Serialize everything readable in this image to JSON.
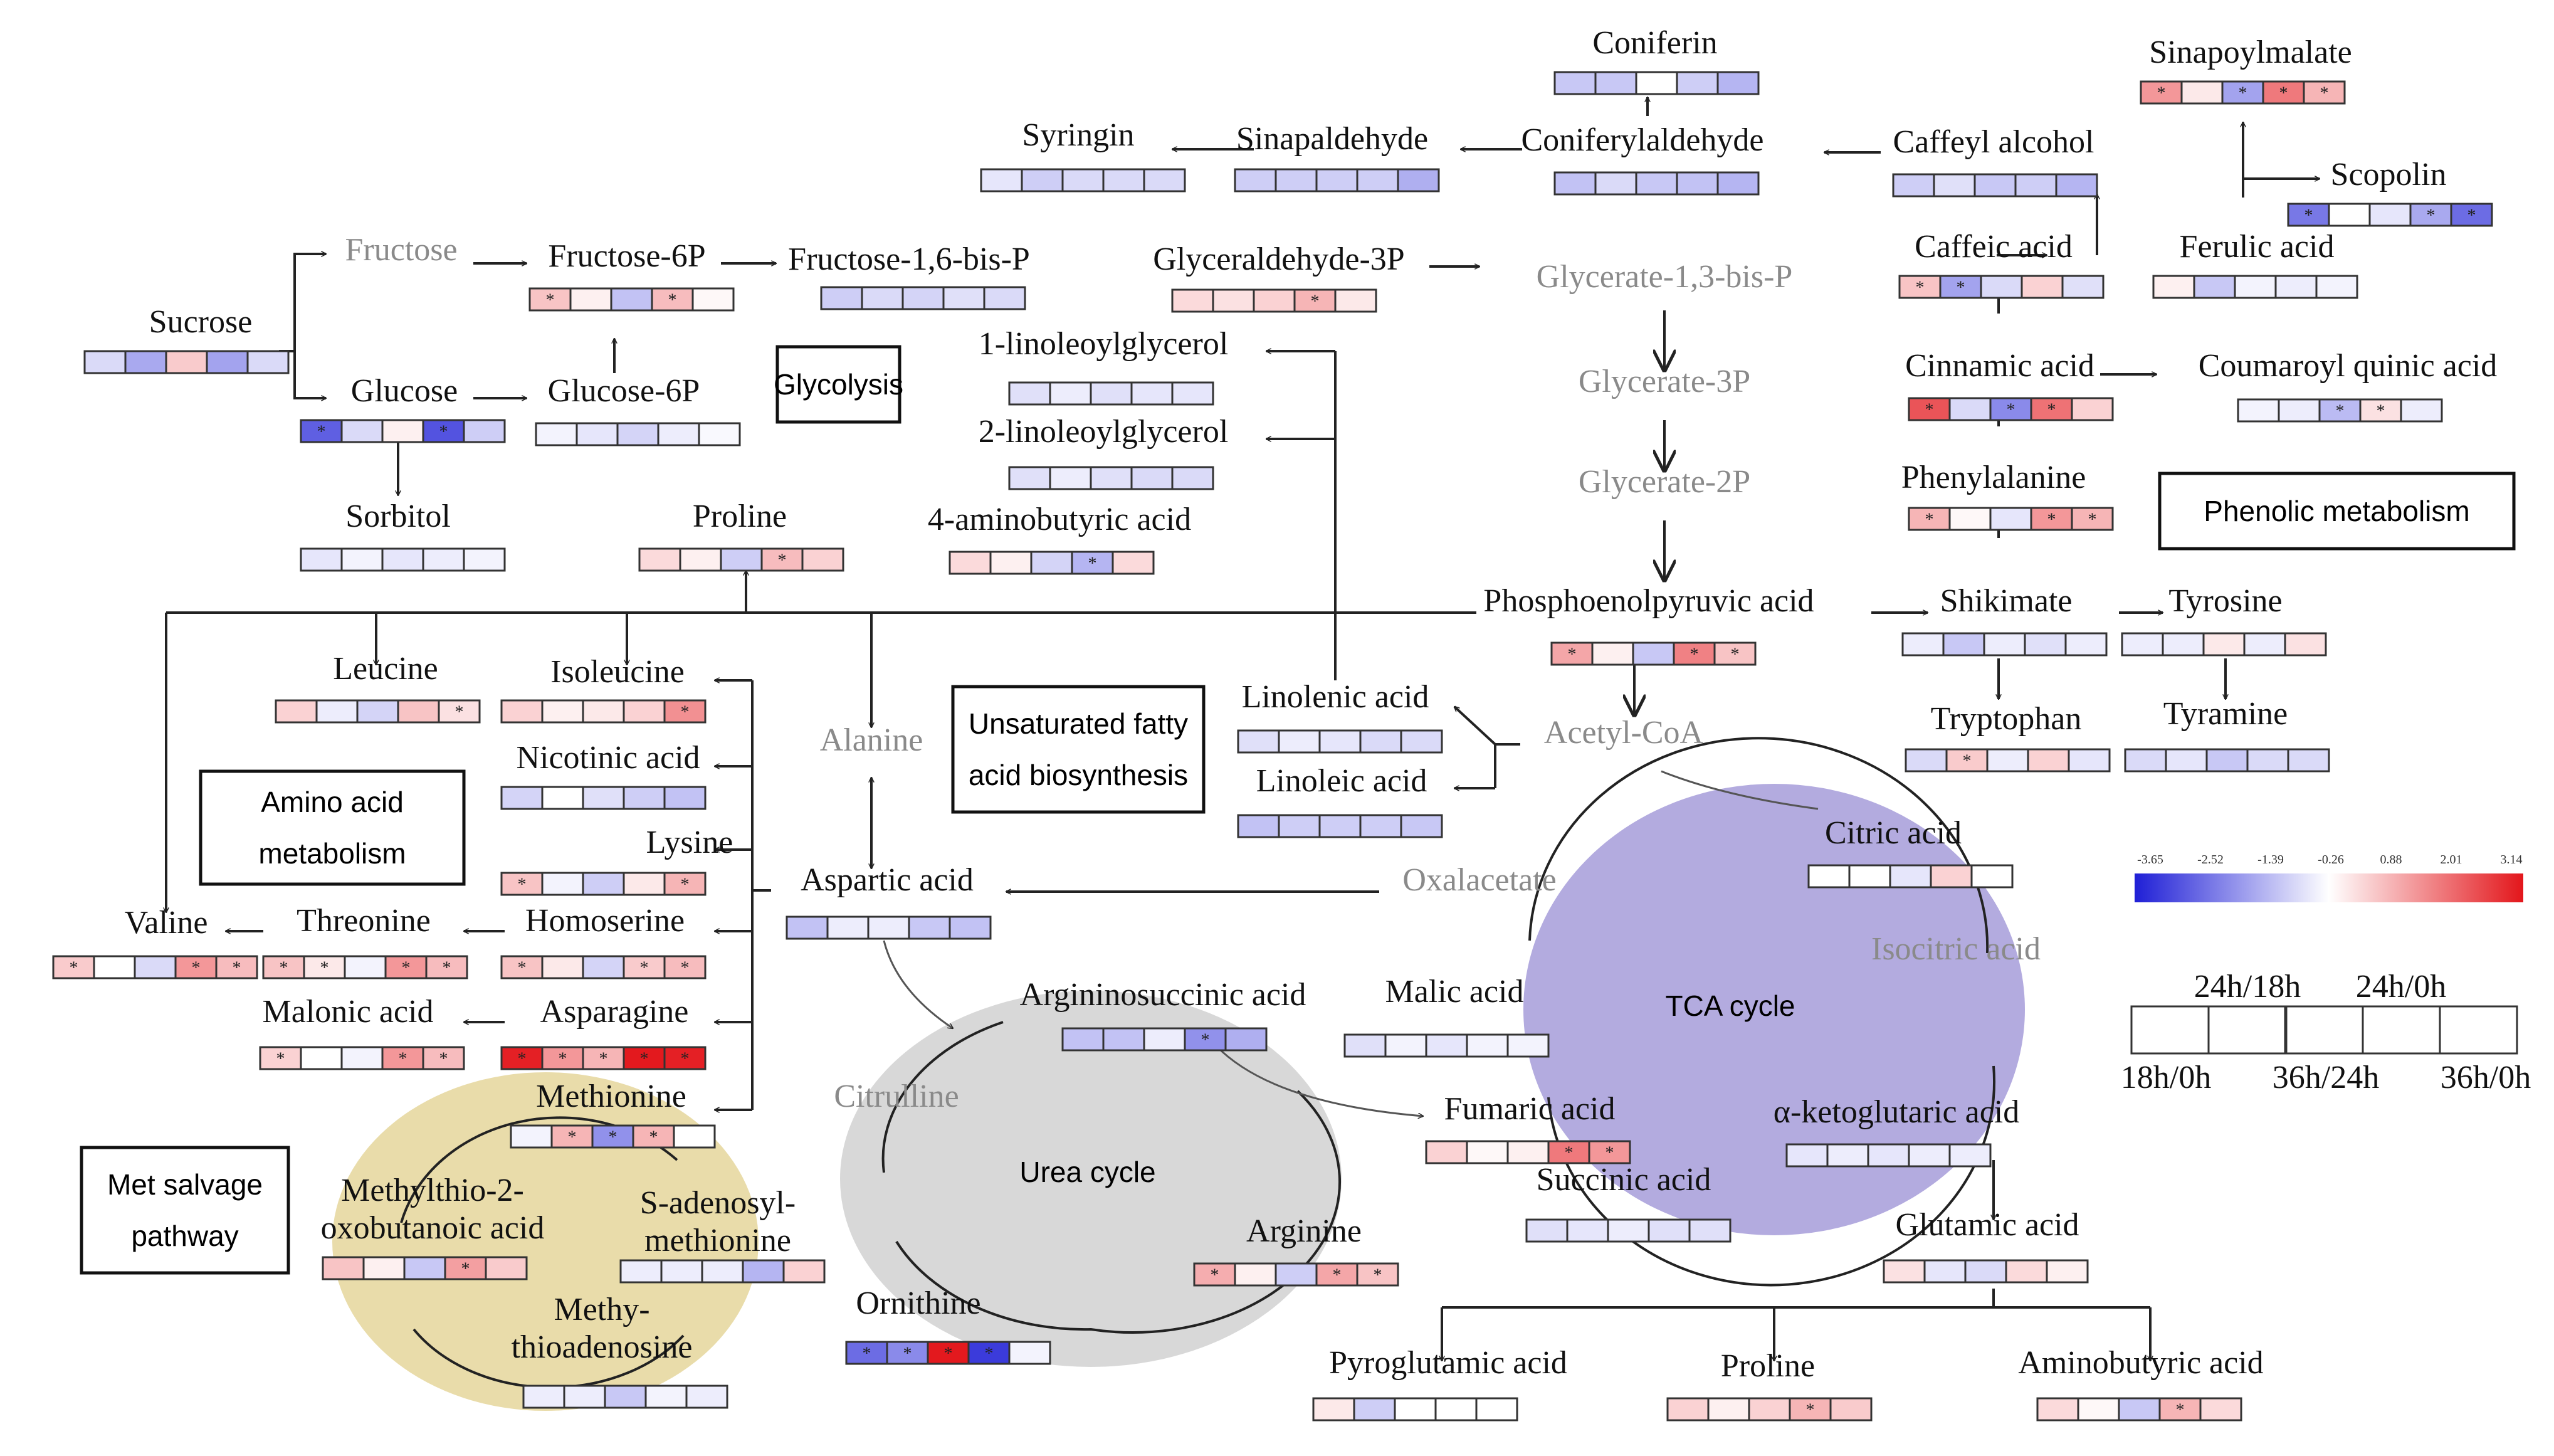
{
  "colors": {
    "neg": "#1f1fd6",
    "mid": "#ffffff",
    "pos": "#e3161b",
    "tca": "#b3abdf",
    "urea": "#d8d8d8",
    "met": "#e9dcaa"
  },
  "regions": {
    "tca_label": "TCA cycle",
    "urea_label": "Urea cycle"
  },
  "boxes": {
    "glycolysis": [
      "Glycolysis"
    ],
    "unsaturated": [
      "Unsaturated fatty",
      "acid biosynthesis"
    ],
    "phenolic": [
      "Phenolic metabolism"
    ],
    "amino": [
      "Amino acid",
      "metabolism"
    ],
    "met_salvage": [
      "Met salvage",
      "pathway"
    ]
  },
  "legend": {
    "ticks": [
      "-3.65",
      "-2.52",
      "-1.39",
      "-0.26",
      "0.88",
      "2.01",
      "3.14"
    ],
    "top_labels": [
      "24h/18h",
      "24h/0h"
    ],
    "bottom_labels": [
      "18h/0h",
      "36h/24h",
      "36h/0h"
    ]
  },
  "metabolites": [
    {
      "id": "coniferin",
      "name": "Coniferin",
      "values": [
        -0.9,
        -0.9,
        0,
        -0.8,
        -1.2
      ],
      "marks": [
        0,
        0,
        0,
        0,
        0
      ]
    },
    {
      "id": "sinapoylmalate",
      "name": "Sinapoylmalate",
      "values": [
        1.4,
        0.3,
        -1.5,
        1.8,
        1.0
      ],
      "marks": [
        1,
        0,
        1,
        1,
        1
      ]
    },
    {
      "id": "syringin",
      "name": "Syringin",
      "values": [
        -0.4,
        -0.8,
        -0.6,
        -0.6,
        -0.6
      ],
      "marks": [
        0,
        0,
        0,
        0,
        0
      ]
    },
    {
      "id": "sinapaldehyde",
      "name": "Sinapaldehyde",
      "values": [
        -0.8,
        -0.8,
        -0.8,
        -0.8,
        -1.3
      ],
      "marks": [
        0,
        0,
        0,
        0,
        0
      ]
    },
    {
      "id": "coniferylaldehyde",
      "name": "Coniferylaldehyde",
      "values": [
        -1.0,
        -0.6,
        -0.9,
        -1.0,
        -1.2
      ],
      "marks": [
        0,
        0,
        0,
        0,
        0
      ]
    },
    {
      "id": "caffeyl_alcohol",
      "name": "Caffeyl alcohol",
      "values": [
        -0.8,
        -0.5,
        -0.9,
        -0.8,
        -1.2
      ],
      "marks": [
        0,
        0,
        0,
        0,
        0
      ]
    },
    {
      "id": "scopolin",
      "name": "Scopolin",
      "values": [
        -2.2,
        0,
        -0.4,
        -1.4,
        -2.4
      ],
      "marks": [
        1,
        0,
        0,
        1,
        1
      ]
    },
    {
      "id": "fructose6p",
      "name": "Fructose-6P",
      "values": [
        0.8,
        0.2,
        -1.0,
        0.9,
        0.1
      ],
      "marks": [
        1,
        0,
        0,
        1,
        0
      ]
    },
    {
      "id": "fructose16",
      "name": "Fructose-1,6-bis-P",
      "values": [
        -0.8,
        -0.6,
        -0.7,
        -0.5,
        -0.6
      ],
      "marks": [
        0,
        0,
        0,
        0,
        0
      ]
    },
    {
      "id": "glyceraldehyde3p",
      "name": "Glyceraldehyde-3P",
      "values": [
        0.5,
        0.4,
        0.6,
        1.0,
        0.3
      ],
      "marks": [
        0,
        0,
        0,
        1,
        0
      ]
    },
    {
      "id": "caffeic_acid",
      "name": "Caffeic acid",
      "values": [
        0.8,
        -1.5,
        -0.6,
        0.6,
        -0.5
      ],
      "marks": [
        1,
        1,
        0,
        0,
        0
      ]
    },
    {
      "id": "ferulic_acid",
      "name": "Ferulic acid",
      "values": [
        0.2,
        -0.9,
        -0.2,
        -0.3,
        -0.2
      ],
      "marks": [
        0,
        0,
        0,
        0,
        0
      ]
    },
    {
      "id": "sucrose",
      "name": "Sucrose",
      "values": [
        -0.6,
        -1.4,
        0.7,
        -1.5,
        -0.6
      ],
      "marks": [
        0,
        0,
        0,
        0,
        0
      ]
    },
    {
      "id": "glucose",
      "name": "Glucose",
      "values": [
        -2.6,
        -0.6,
        0.2,
        -2.8,
        -0.8
      ],
      "marks": [
        1,
        0,
        0,
        1,
        0
      ]
    },
    {
      "id": "glucose6p",
      "name": "Glucose-6P",
      "values": [
        -0.2,
        -0.4,
        -0.7,
        -0.3,
        -0.1
      ],
      "marks": [
        0,
        0,
        0,
        0,
        0
      ]
    },
    {
      "id": "linoleoylglycerol1",
      "name": "1-linoleoylglycerol",
      "values": [
        -0.5,
        -0.3,
        -0.5,
        -0.4,
        -0.4
      ],
      "marks": [
        0,
        0,
        0,
        0,
        0
      ]
    },
    {
      "id": "linoleoylglycerol2",
      "name": "2-linoleoylglycerol",
      "values": [
        -0.5,
        -0.3,
        -0.5,
        -0.6,
        -0.6
      ],
      "marks": [
        0,
        0,
        0,
        0,
        0
      ]
    },
    {
      "id": "cinnamic_acid",
      "name": "Cinnamic acid",
      "values": [
        2.3,
        -0.6,
        -1.9,
        1.9,
        0.6
      ],
      "marks": [
        1,
        0,
        1,
        1,
        0
      ]
    },
    {
      "id": "coumaroyl",
      "name": "Coumaroyl quinic  acid",
      "values": [
        -0.2,
        -0.3,
        -1.1,
        0.4,
        -0.3
      ],
      "marks": [
        0,
        0,
        1,
        1,
        0
      ]
    },
    {
      "id": "sorbitol",
      "name": "Sorbitol",
      "values": [
        -0.4,
        -0.2,
        -0.4,
        -0.3,
        -0.2
      ],
      "marks": [
        0,
        0,
        0,
        0,
        0
      ]
    },
    {
      "id": "proline_top",
      "name": "Proline",
      "values": [
        0.5,
        0.2,
        -0.8,
        0.9,
        0.6
      ],
      "marks": [
        0,
        0,
        0,
        1,
        0
      ]
    },
    {
      "id": "gaba",
      "name": "4-aminobutyric acid",
      "values": [
        0.5,
        0.2,
        -0.7,
        -1.2,
        0.5
      ],
      "marks": [
        0,
        0,
        0,
        1,
        0
      ]
    },
    {
      "id": "phenylalanine",
      "name": "Phenylalanine",
      "values": [
        1.0,
        0.1,
        -0.4,
        1.4,
        1.0
      ],
      "marks": [
        1,
        0,
        0,
        1,
        1
      ]
    },
    {
      "id": "pep",
      "name": "Phosphoenolpyruvic acid",
      "values": [
        1.2,
        0.2,
        -0.9,
        1.7,
        0.8
      ],
      "marks": [
        1,
        0,
        0,
        1,
        1
      ]
    },
    {
      "id": "shikimate",
      "name": "Shikimate",
      "values": [
        -0.3,
        -0.9,
        -0.3,
        -0.5,
        -0.3
      ],
      "marks": [
        0,
        0,
        0,
        0,
        0
      ]
    },
    {
      "id": "tyrosine",
      "name": "Tyrosine",
      "values": [
        -0.3,
        -0.3,
        0.3,
        -0.3,
        0.4
      ],
      "marks": [
        0,
        0,
        0,
        0,
        0
      ]
    },
    {
      "id": "leucine",
      "name": "Leucine",
      "values": [
        0.6,
        -0.3,
        -0.7,
        0.8,
        0.4
      ],
      "marks": [
        0,
        0,
        0,
        0,
        1
      ]
    },
    {
      "id": "isoleucine",
      "name": "Isoleucine",
      "values": [
        0.6,
        0.2,
        0.3,
        0.6,
        1.5
      ],
      "marks": [
        0,
        0,
        0,
        0,
        1
      ]
    },
    {
      "id": "tryptophan",
      "name": "Tryptophan",
      "values": [
        -0.6,
        0.7,
        -0.3,
        0.6,
        -0.4
      ],
      "marks": [
        0,
        1,
        0,
        0,
        0
      ]
    },
    {
      "id": "tyramine",
      "name": "Tyramine",
      "values": [
        -0.6,
        -0.4,
        -0.9,
        -0.6,
        -0.6
      ],
      "marks": [
        0,
        0,
        0,
        0,
        0
      ]
    },
    {
      "id": "nicotinic",
      "name": "Nicotinic acid",
      "values": [
        -0.7,
        0,
        -0.5,
        -0.8,
        -1.0
      ],
      "marks": [
        0,
        0,
        0,
        0,
        0
      ]
    },
    {
      "id": "linolenic",
      "name": "Linolenic acid",
      "values": [
        -0.5,
        -0.3,
        -0.4,
        -0.6,
        -0.6
      ],
      "marks": [
        0,
        0,
        0,
        0,
        0
      ]
    },
    {
      "id": "linoleic",
      "name": "Linoleic acid",
      "values": [
        -1.0,
        -0.8,
        -0.8,
        -0.8,
        -0.9
      ],
      "marks": [
        0,
        0,
        0,
        0,
        0
      ]
    },
    {
      "id": "lysine",
      "name": "Lysine",
      "values": [
        0.8,
        -0.2,
        -0.8,
        0.3,
        1.0
      ],
      "marks": [
        1,
        0,
        0,
        0,
        1
      ]
    },
    {
      "id": "citric",
      "name": "Citric acid",
      "values": [
        0,
        0,
        -0.4,
        0.6,
        0
      ],
      "marks": [
        0,
        0,
        0,
        0,
        0
      ]
    },
    {
      "id": "aspartic",
      "name": "Aspartic acid",
      "values": [
        -1.0,
        -0.3,
        -0.3,
        -0.9,
        -1.0
      ],
      "marks": [
        0,
        0,
        0,
        0,
        0
      ]
    },
    {
      "id": "valine",
      "name": "Valine",
      "values": [
        0.7,
        0,
        -0.6,
        1.4,
        0.9
      ],
      "marks": [
        1,
        0,
        0,
        1,
        1
      ]
    },
    {
      "id": "threonine",
      "name": "Threonine",
      "values": [
        0.8,
        0.3,
        -0.2,
        1.4,
        0.9
      ],
      "marks": [
        1,
        1,
        0,
        1,
        1
      ]
    },
    {
      "id": "homoserine",
      "name": "Homoserine",
      "values": [
        0.8,
        0.3,
        -0.7,
        0.7,
        0.9
      ],
      "marks": [
        1,
        0,
        0,
        1,
        1
      ]
    },
    {
      "id": "argininosuccinic",
      "name": "Argininosuccinic acid",
      "values": [
        -1.0,
        -1.0,
        -0.3,
        -1.8,
        -1.3
      ],
      "marks": [
        0,
        0,
        0,
        1,
        0
      ]
    },
    {
      "id": "malic",
      "name": "Malic acid",
      "values": [
        -0.5,
        -0.2,
        -0.4,
        -0.2,
        -0.2
      ],
      "marks": [
        0,
        0,
        0,
        0,
        0
      ]
    },
    {
      "id": "malonic",
      "name": "Malonic acid",
      "values": [
        0.6,
        0,
        -0.2,
        1.4,
        0.9
      ],
      "marks": [
        1,
        0,
        0,
        1,
        1
      ]
    },
    {
      "id": "asparagine",
      "name": "Asparagine",
      "values": [
        3.0,
        1.4,
        1.0,
        3.1,
        3.0
      ],
      "marks": [
        1,
        1,
        1,
        1,
        1
      ]
    },
    {
      "id": "methionine",
      "name": "Methionine",
      "values": [
        -0.2,
        1.0,
        -1.8,
        1.0,
        0
      ],
      "marks": [
        0,
        1,
        1,
        1,
        0
      ]
    },
    {
      "id": "fumaric",
      "name": "Fumaric acid",
      "values": [
        0.6,
        0.1,
        0.2,
        1.8,
        1.4
      ],
      "marks": [
        0,
        0,
        0,
        1,
        1
      ]
    },
    {
      "id": "akg",
      "name": "α-ketoglutaric acid",
      "values": [
        -0.4,
        -0.3,
        -0.4,
        -0.3,
        -0.3
      ],
      "marks": [
        0,
        0,
        0,
        0,
        0
      ]
    },
    {
      "id": "succinic",
      "name": "Succinic acid",
      "values": [
        -0.5,
        -0.4,
        -0.3,
        -0.5,
        -0.5
      ],
      "marks": [
        0,
        0,
        0,
        0,
        0
      ]
    },
    {
      "id": "mtob",
      "name": "Methylthio-2-\noxobutanoic acid",
      "values": [
        0.8,
        0.2,
        -0.9,
        1.3,
        0.7
      ],
      "marks": [
        0,
        0,
        0,
        1,
        0
      ]
    },
    {
      "id": "sam",
      "name": "S-adenosyl-\nmethionine",
      "values": [
        -0.3,
        -0.3,
        -0.3,
        -1.2,
        0.6
      ],
      "marks": [
        0,
        0,
        0,
        0,
        0
      ]
    },
    {
      "id": "arginine",
      "name": "Arginine",
      "values": [
        1.1,
        0.2,
        -0.8,
        1.2,
        0.8
      ],
      "marks": [
        1,
        0,
        0,
        1,
        1
      ]
    },
    {
      "id": "glutamic",
      "name": "Glutamic acid",
      "values": [
        0.4,
        -0.4,
        -0.6,
        0.5,
        0.2
      ],
      "marks": [
        0,
        0,
        0,
        0,
        0
      ]
    },
    {
      "id": "ornithine",
      "name": "Ornithine",
      "values": [
        -2.4,
        -1.9,
        3.1,
        -3.2,
        -0.2
      ],
      "marks": [
        1,
        1,
        1,
        1,
        0
      ]
    },
    {
      "id": "mta",
      "name": "Methy-\nthioadenosine",
      "values": [
        -0.3,
        -0.3,
        -0.9,
        -0.2,
        -0.3
      ],
      "marks": [
        0,
        0,
        0,
        0,
        0
      ]
    },
    {
      "id": "pyroglutamic",
      "name": "Pyroglutamic acid",
      "values": [
        0.3,
        -0.8,
        0,
        0,
        0
      ],
      "marks": [
        0,
        0,
        0,
        0,
        0
      ]
    },
    {
      "id": "proline_bottom",
      "name": "Proline",
      "values": [
        0.6,
        0.2,
        0.6,
        1.0,
        0.7
      ],
      "marks": [
        0,
        0,
        0,
        1,
        0
      ]
    },
    {
      "id": "aminobutyric",
      "name": "Aminobutyric acid",
      "values": [
        0.5,
        0.1,
        -0.9,
        1.0,
        0.5
      ],
      "marks": [
        0,
        0,
        0,
        1,
        0
      ]
    }
  ],
  "intermediates": [
    {
      "id": "fructose",
      "name": "Fructose"
    },
    {
      "id": "glycerate13",
      "name": "Glycerate-1,3-bis-P"
    },
    {
      "id": "glycerate3p",
      "name": "Glycerate-3P"
    },
    {
      "id": "glycerate2p",
      "name": "Glycerate-2P"
    },
    {
      "id": "alanine",
      "name": "Alanine"
    },
    {
      "id": "acetylcoa",
      "name": "Acetyl-CoA"
    },
    {
      "id": "oxalacetate",
      "name": "Oxalacetate"
    },
    {
      "id": "isocitric",
      "name": "Isocitric acid"
    },
    {
      "id": "citrulline",
      "name": "Citrulline"
    }
  ]
}
